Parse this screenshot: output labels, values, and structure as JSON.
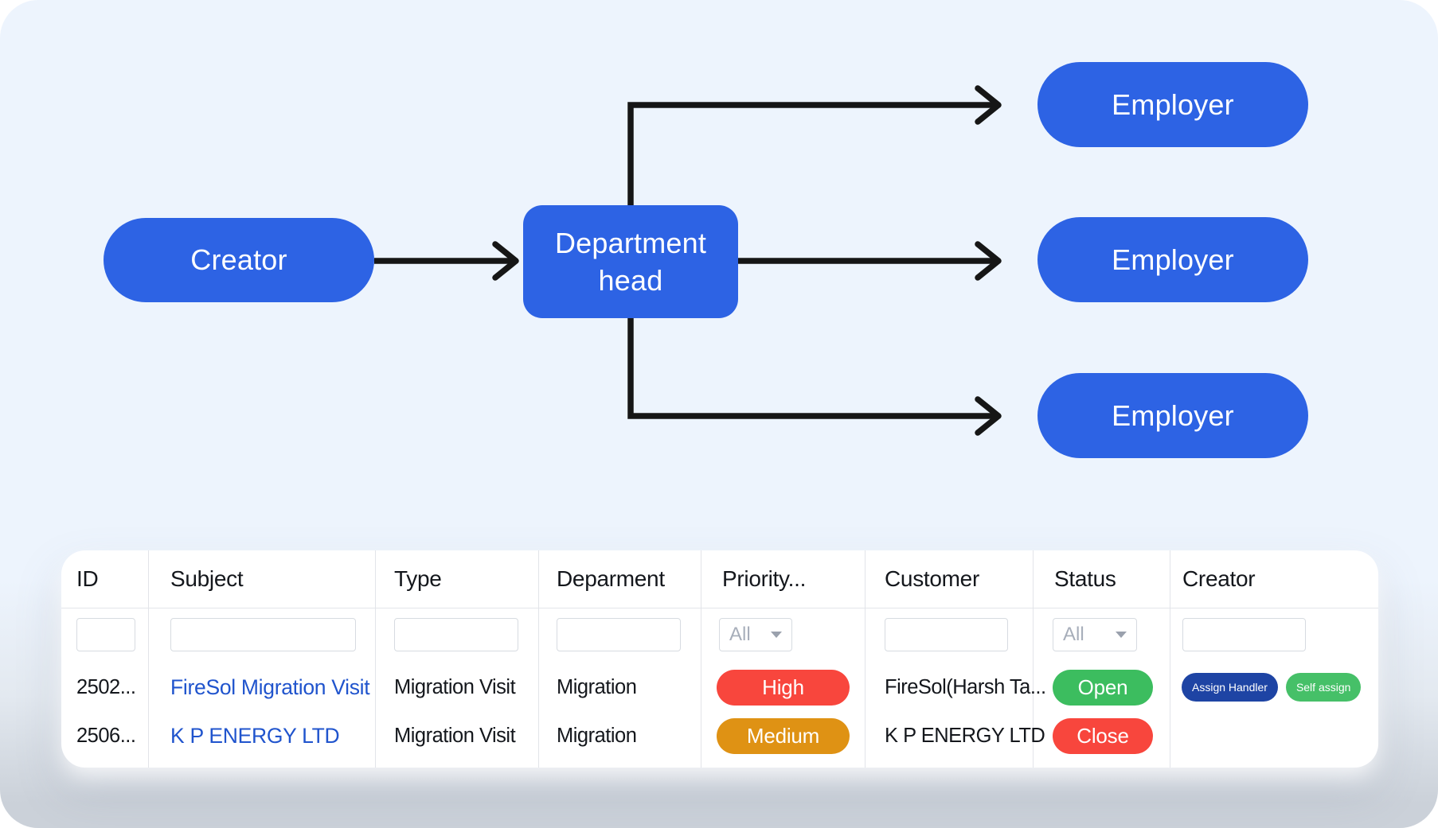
{
  "colors": {
    "node_blue": "#2d63e4",
    "arrow": "#161616",
    "link_blue": "#2054cd",
    "priority_high": "#f8463d",
    "priority_medium": "#df9214",
    "status_open": "#3cbd5f",
    "status_close": "#f8463d",
    "btn_assign": "#1e44a4",
    "btn_self_assign": "#46c068"
  },
  "diagram": {
    "creator_label": "Creator",
    "department_head_label": "Department head",
    "employer_labels": [
      "Employer",
      "Employer",
      "Employer"
    ]
  },
  "table": {
    "headers": [
      "ID",
      "Subject",
      "Type",
      "Deparment",
      "Priority...",
      "Customer",
      "Status",
      "Creator"
    ],
    "filters": {
      "priority_value": "All",
      "status_value": "All"
    },
    "rows": [
      {
        "id": "2502...",
        "subject": "FireSol Migration Visit",
        "type": "Migration Visit",
        "department": "Migration",
        "priority": "High",
        "customer": "FireSol(Harsh Ta...",
        "status": "Open",
        "actions": [
          "Assign Handler",
          "Self assign"
        ]
      },
      {
        "id": "2506...",
        "subject": "K P ENERGY LTD",
        "type": "Migration Visit",
        "department": "Migration",
        "priority": "Medium",
        "customer": "K P ENERGY LTD",
        "status": "Close",
        "actions": []
      }
    ]
  }
}
